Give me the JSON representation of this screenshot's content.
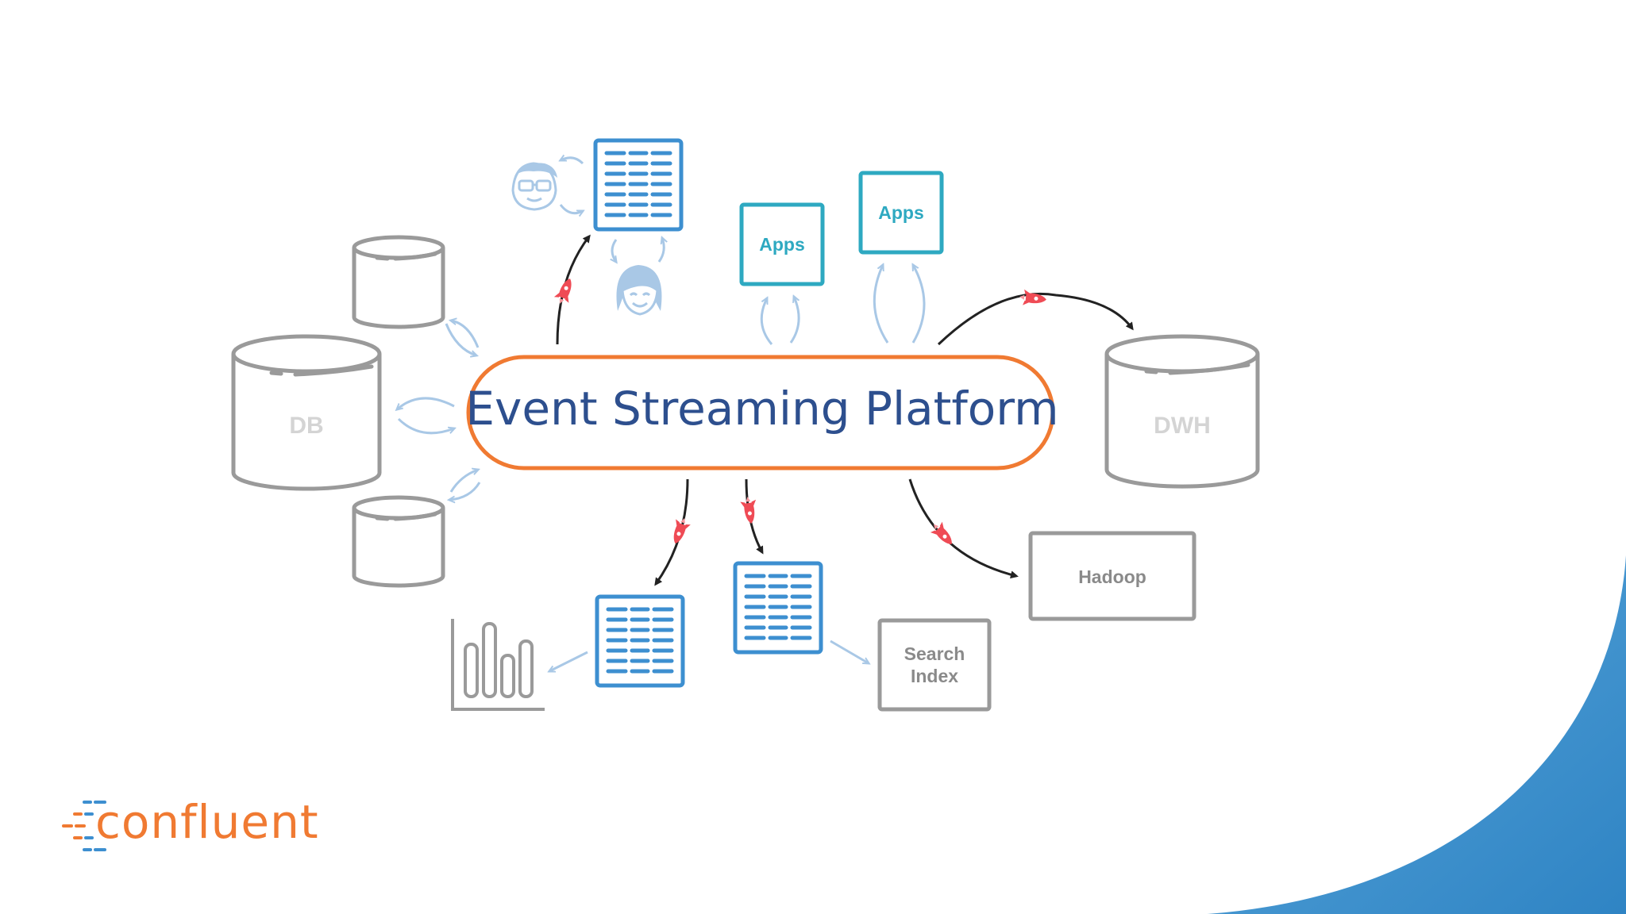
{
  "diagram": {
    "center": {
      "label": "Event Streaming Platform"
    },
    "nodes": {
      "db": "DB",
      "dwh": "DWH",
      "apps_1": "Apps",
      "apps_2": "Apps",
      "hadoop": "Hadoop",
      "search_index_line1": "Search",
      "search_index_line2": "Index"
    }
  },
  "branding": {
    "logo_text": "confluent"
  },
  "colors": {
    "platform_border": "#f07a32",
    "platform_text": "#2d4f8e",
    "table_blue": "#3d8fd0",
    "apps_teal": "#2ea9c1",
    "db_gray": "#9a9a9a",
    "db_label": "#d4d4d4",
    "light_arrow": "#a9c8e6",
    "dark_arrow": "#222222",
    "rocket_red": "#ef4b55",
    "logo_orange": "#f07a32",
    "logo_blue": "#3d8fd0",
    "corner_blue": "#3a8fce"
  },
  "icons": [
    "user-glasses-icon",
    "user-woman-icon",
    "rocket-icon",
    "bar-chart-icon",
    "table-icon",
    "database-icon"
  ]
}
